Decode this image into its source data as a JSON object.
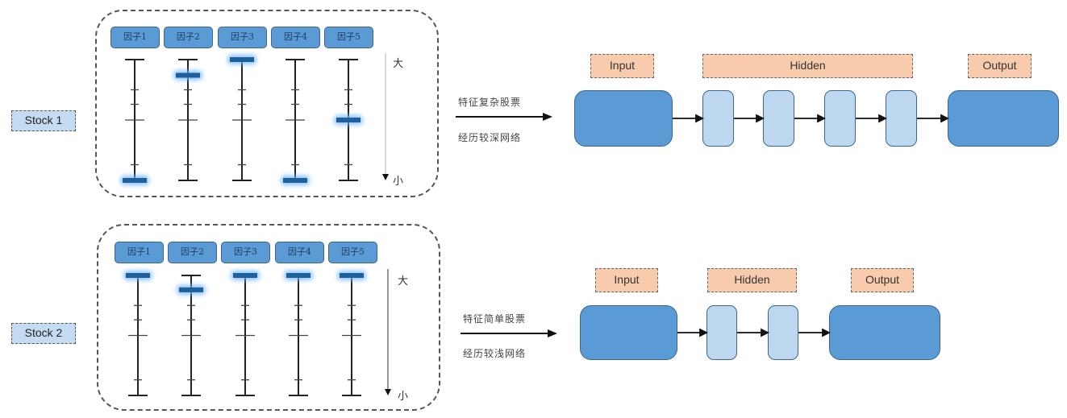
{
  "stocks": [
    {
      "label": "Stock 1",
      "factors": [
        {
          "label": "因子1",
          "value": 0.0
        },
        {
          "label": "因子2",
          "value": 0.87
        },
        {
          "label": "因子3",
          "value": 1.0
        },
        {
          "label": "因子4",
          "value": 0.0
        },
        {
          "label": "因子5",
          "value": 0.5
        }
      ],
      "axis": {
        "high_label": "大",
        "low_label": "小"
      },
      "flow": {
        "top_text": "特征复杂股票",
        "bottom_text": "经历较深网络"
      },
      "network": {
        "input_label": "Input",
        "hidden_label": "Hidden",
        "output_label": "Output",
        "hidden_layers": 4
      }
    },
    {
      "label": "Stock 2",
      "factors": [
        {
          "label": "因子1",
          "value": 1.0
        },
        {
          "label": "因子2",
          "value": 0.88
        },
        {
          "label": "因子3",
          "value": 1.0
        },
        {
          "label": "因子4",
          "value": 1.0
        },
        {
          "label": "因子5",
          "value": 1.0
        }
      ],
      "axis": {
        "high_label": "大",
        "low_label": "小"
      },
      "flow": {
        "top_text": "特征简单股票",
        "bottom_text": "经历较浅网络"
      },
      "network": {
        "input_label": "Input",
        "hidden_label": "Hidden",
        "output_label": "Output",
        "hidden_layers": 2
      }
    }
  ],
  "colors": {
    "factor_tag": "#5b9bd5",
    "marker": "#1f5f9a",
    "marker_glow": "#6fb6ff",
    "layer_tag": "#f8cbad",
    "node_big": "#5b9bd5",
    "node_small": "#bdd7ee",
    "stock_label": "#c5dbf1"
  }
}
